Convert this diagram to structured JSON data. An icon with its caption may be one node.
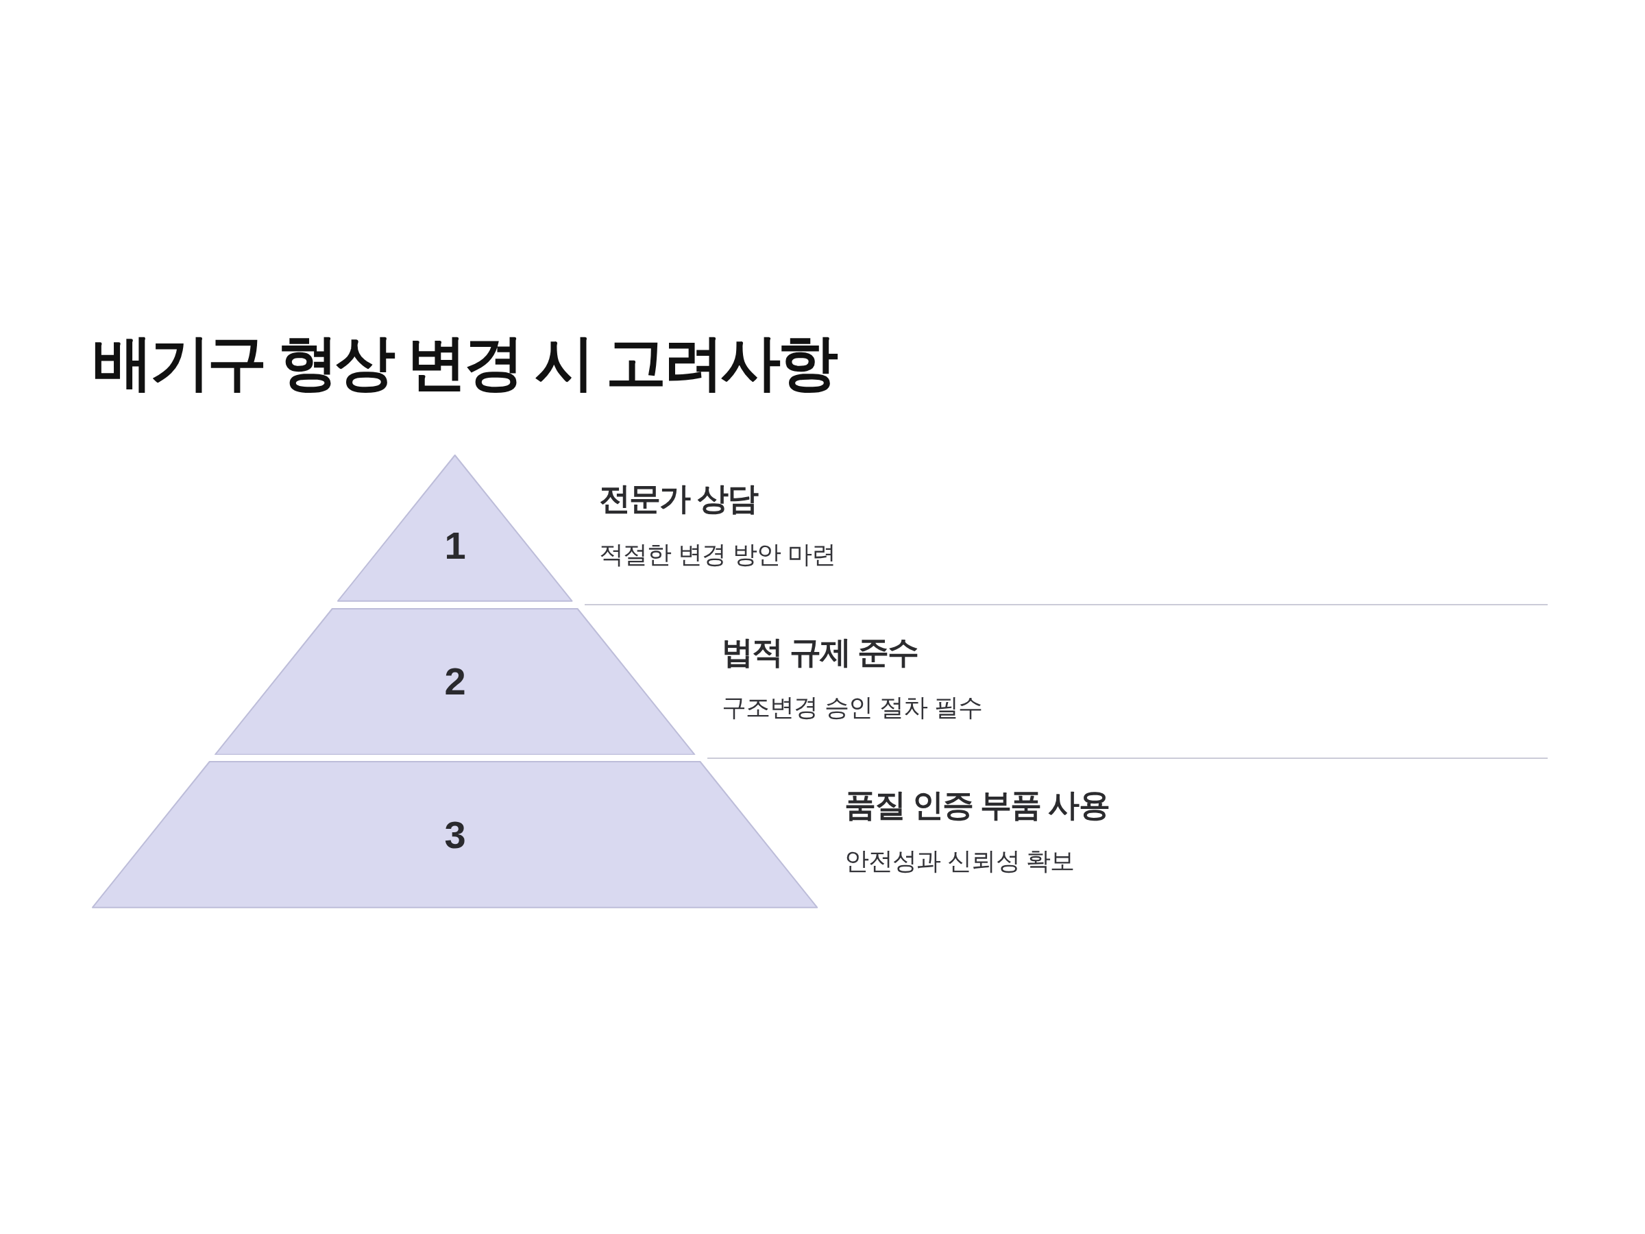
{
  "diagram": {
    "title": "배기구 형상 변경 시 고려사항",
    "nodes": [
      {
        "text": [
          "1"
        ],
        "beside": [
          "전문가 상담",
          "적절한 변경 방안 마련"
        ]
      },
      {
        "text": [
          "2"
        ],
        "beside": [
          "법적 규제 준수",
          "구조변경 승인 절차 필수"
        ]
      },
      {
        "text": [
          "3"
        ],
        "beside": [
          "품질 인증 부품 사용",
          "안전성과 신뢰성 확보"
        ]
      }
    ]
  }
}
